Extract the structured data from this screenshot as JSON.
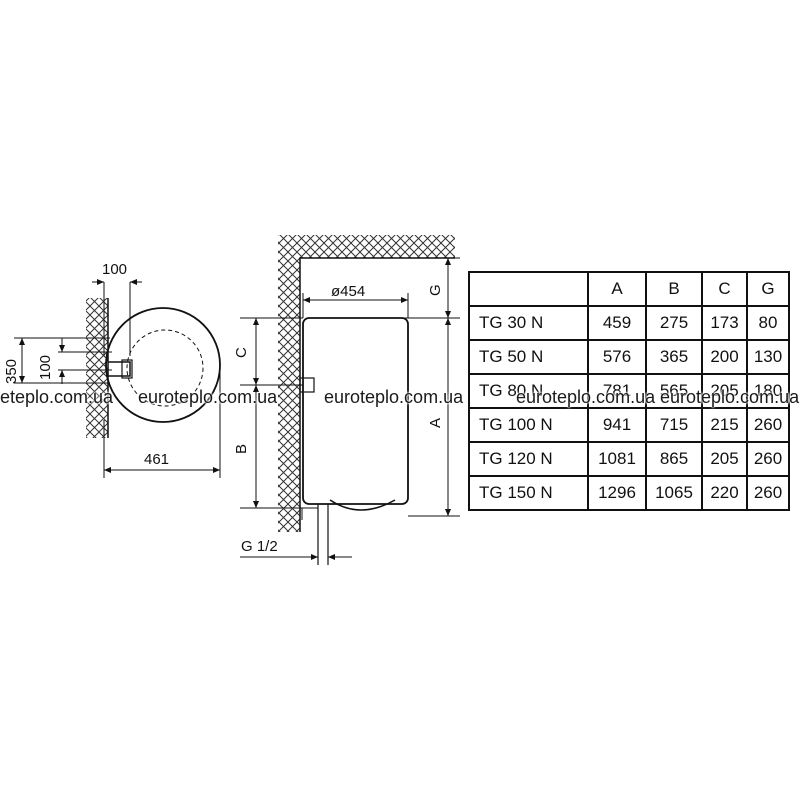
{
  "dimensions": {
    "side_offset": "100",
    "height_left": "350",
    "height_inner": "100",
    "depth": "461",
    "diameter": "ø454",
    "dim_a": "A",
    "dim_b": "B",
    "dim_c": "C",
    "dim_g": "G",
    "pipe_thread": "G 1/2"
  },
  "table": {
    "headers": [
      "",
      "A",
      "B",
      "C",
      "G"
    ],
    "rows": [
      {
        "model": "TG 30 N",
        "a": "459",
        "b": "275",
        "c": "173",
        "g": "80"
      },
      {
        "model": "TG 50 N",
        "a": "576",
        "b": "365",
        "c": "200",
        "g": "130"
      },
      {
        "model": "TG 80 N",
        "a": "781",
        "b": "565",
        "c": "205",
        "g": "180"
      },
      {
        "model": "TG 100 N",
        "a": "941",
        "b": "715",
        "c": "215",
        "g": "260"
      },
      {
        "model": "TG 120 N",
        "a": "1081",
        "b": "865",
        "c": "205",
        "g": "260"
      },
      {
        "model": "TG 150 N",
        "a": "1296",
        "b": "1065",
        "c": "220",
        "g": "260"
      }
    ]
  },
  "watermark": {
    "text1": "eteplo.com.ua",
    "text2": "euroteplo.com.ua",
    "text3": "euroteplo.com.ua",
    "text4": "euroteplo.com.ua",
    "text5": "euroteplo.com.ua"
  }
}
